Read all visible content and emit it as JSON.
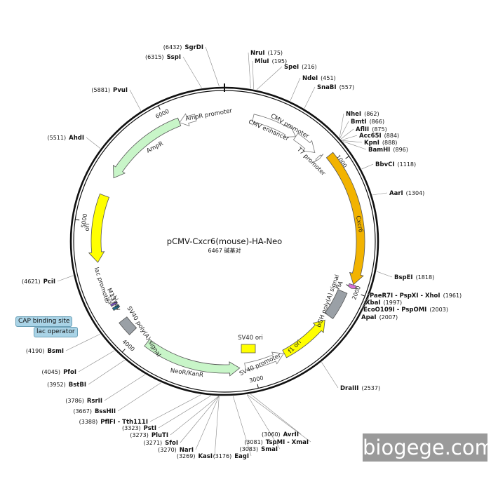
{
  "map": {
    "name": "pCMV-Cxcr6(mouse)-HA-Neo",
    "size_label": "6467 碱基对",
    "total_bp": 6467
  },
  "ticks": [
    {
      "label": "1000",
      "bp": 1000
    },
    {
      "label": "2000",
      "bp": 2000
    },
    {
      "label": "3000",
      "bp": 3000
    },
    {
      "label": "4000",
      "bp": 4000
    },
    {
      "label": "5000",
      "bp": 5000
    },
    {
      "label": "6000",
      "bp": 6000
    }
  ],
  "features": [
    {
      "id": "cmv-enhancer",
      "label": "CMV enhancer",
      "type": "outline",
      "color": "#ffffff",
      "start": 235,
      "end": 615,
      "dir": 1
    },
    {
      "id": "cmv-promoter",
      "label": "CMV promoter",
      "type": "outline",
      "color": "#ffffff",
      "start": 615,
      "end": 818,
      "dir": 1
    },
    {
      "id": "t7-promoter",
      "label": "T7 promoter",
      "type": "outline",
      "color": "#ffffff",
      "start": 863,
      "end": 881,
      "dir": 1
    },
    {
      "id": "cxcr6",
      "label": "Cxcr6",
      "type": "cds",
      "color": "#f2b300",
      "start": 910,
      "end": 1950,
      "dir": 1
    },
    {
      "id": "ha",
      "label": "HA",
      "type": "tag",
      "color": "#d66fd6",
      "start": 1953,
      "end": 1983,
      "dir": 1
    },
    {
      "id": "bgh",
      "label": "bGH poly(A) signal",
      "type": "box",
      "color": "#9aa0a6",
      "start": 2030,
      "end": 2255,
      "dir": 0
    },
    {
      "id": "f1ori",
      "label": "f1 ori",
      "type": "ori",
      "color": "#ffff00",
      "start": 2301,
      "end": 2729,
      "dir": -1
    },
    {
      "id": "sv40-promoter",
      "label": "SV40 promoter",
      "type": "outline",
      "color": "#ffffff",
      "start": 2735,
      "end": 3065,
      "dir": -1
    },
    {
      "id": "neor",
      "label": "NeoR/KanR",
      "type": "cds",
      "color": "#c8f5c8",
      "start": 3110,
      "end": 3905,
      "dir": -1
    },
    {
      "id": "sv40-polya",
      "label": "SV40 poly(A) signal",
      "type": "box",
      "color": "#9aa0a6",
      "start": 4050,
      "end": 4172,
      "dir": 0
    },
    {
      "id": "cap",
      "label": "CAP binding site",
      "type": "small",
      "color": "#1f6f8b",
      "start": 4275,
      "end": 4297,
      "dir": 0
    },
    {
      "id": "lac-operator",
      "label": "lac operator",
      "type": "small",
      "color": "#7a4fc9",
      "start": 4312,
      "end": 4329,
      "dir": 0
    },
    {
      "id": "m13rev",
      "label": "M13 rev",
      "type": "outline",
      "color": "#ffffff",
      "start": 4333,
      "end": 4350,
      "dir": -1
    },
    {
      "id": "lac-promoter",
      "label": "lac promoter",
      "type": "outline",
      "color": "#ffffff",
      "start": 4355,
      "end": 4385,
      "dir": -1
    },
    {
      "id": "ori",
      "label": "ori",
      "type": "ori",
      "color": "#ffff00",
      "start": 4680,
      "end": 5225,
      "dir": -1
    },
    {
      "id": "ampr",
      "label": "AmpR",
      "type": "cds",
      "color": "#c8f5c8",
      "start": 5385,
      "end": 6095,
      "dir": -1
    },
    {
      "id": "ampr-promoter",
      "label": "AmpR promoter",
      "type": "outline",
      "color": "#ffffff",
      "start": 6095,
      "end": 6230,
      "dir": -1
    },
    {
      "id": "sv40-ori",
      "label": "SV40 ori",
      "type": "ori-box",
      "color": "#ffff00",
      "start": 0,
      "end": 0,
      "dir": 0
    }
  ],
  "callouts": [
    {
      "id": "cap",
      "label": "CAP binding site"
    },
    {
      "id": "lac-operator",
      "label": "lac operator"
    }
  ],
  "enzymes": [
    {
      "name": "SgrDI",
      "pos": "(6432)",
      "bp": 6432
    },
    {
      "name": "SspI",
      "pos": "(6315)",
      "bp": 6315
    },
    {
      "name": "NruI",
      "pos": "(175)",
      "bp": 175
    },
    {
      "name": "MluI",
      "pos": "(195)",
      "bp": 195
    },
    {
      "name": "SpeI",
      "pos": "(216)",
      "bp": 216
    },
    {
      "name": "NdeI",
      "pos": "(451)",
      "bp": 451
    },
    {
      "name": "SnaBI",
      "pos": "(557)",
      "bp": 557
    },
    {
      "name": "PvuI",
      "pos": "(5881)",
      "bp": 5881
    },
    {
      "name": "NheI",
      "pos": "(862)",
      "bp": 862
    },
    {
      "name": "BmtI",
      "pos": "(866)",
      "bp": 866
    },
    {
      "name": "AflII",
      "pos": "(875)",
      "bp": 875
    },
    {
      "name": "Acc65I",
      "pos": "(884)",
      "bp": 884
    },
    {
      "name": "KpnI",
      "pos": "(888)",
      "bp": 888
    },
    {
      "name": "BamHI",
      "pos": "(896)",
      "bp": 896
    },
    {
      "name": "AhdI",
      "pos": "(5511)",
      "bp": 5511
    },
    {
      "name": "BbvCI",
      "pos": "(1118)",
      "bp": 1118
    },
    {
      "name": "AarI",
      "pos": "(1304)",
      "bp": 1304
    },
    {
      "name": "PciI",
      "pos": "(4621)",
      "bp": 4621
    },
    {
      "name": "BspEI",
      "pos": "(1818)",
      "bp": 1818
    },
    {
      "name": "PaeR7I - PspXI - XhoI",
      "pos": "(1961)",
      "bp": 1961
    },
    {
      "name": "XbaI",
      "pos": "(1997)",
      "bp": 1997
    },
    {
      "name": "EcoO109I - PspOMI",
      "pos": "(2003)",
      "bp": 2003
    },
    {
      "name": "ApaI",
      "pos": "(2007)",
      "bp": 2007
    },
    {
      "name": "BsmI",
      "pos": "(4190)",
      "bp": 4190
    },
    {
      "name": "PfoI",
      "pos": "(4045)",
      "bp": 4045
    },
    {
      "name": "BstBI",
      "pos": "(3952)",
      "bp": 3952
    },
    {
      "name": "DraIII",
      "pos": "(2537)",
      "bp": 2537
    },
    {
      "name": "RsrII",
      "pos": "(3786)",
      "bp": 3786
    },
    {
      "name": "BssHII",
      "pos": "(3667)",
      "bp": 3667
    },
    {
      "name": "PflFI - Tth111I",
      "pos": "(3388)",
      "bp": 3388
    },
    {
      "name": "PstI",
      "pos": "(3323)",
      "bp": 3323
    },
    {
      "name": "PluTI",
      "pos": "(3273)",
      "bp": 3273
    },
    {
      "name": "SfoI",
      "pos": "(3271)",
      "bp": 3271
    },
    {
      "name": "NarI",
      "pos": "(3270)",
      "bp": 3270
    },
    {
      "name": "KasI",
      "pos": "(3269)",
      "bp": 3269
    },
    {
      "name": "EagI",
      "pos": "(3176)",
      "bp": 3176
    },
    {
      "name": "SmaI",
      "pos": "(3083)",
      "bp": 3083
    },
    {
      "name": "TspMI - XmaI",
      "pos": "(3081)",
      "bp": 3081
    },
    {
      "name": "AvrII",
      "pos": "(3060)",
      "bp": 3060
    }
  ],
  "watermark": "biogege.com"
}
